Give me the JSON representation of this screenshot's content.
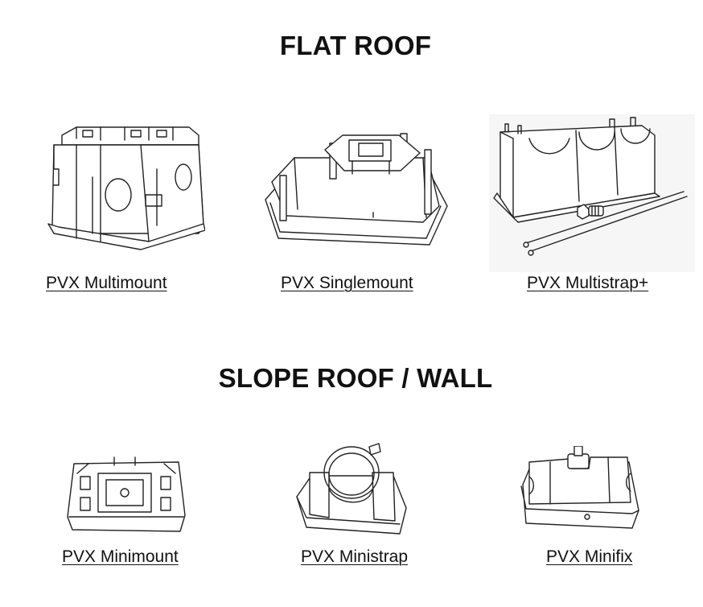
{
  "sections": {
    "flat_roof": {
      "title": "FLAT ROOF"
    },
    "slope_roof": {
      "title": "SLOPE ROOF / WALL"
    }
  },
  "products": {
    "multimount": {
      "label": "PVX Multimount",
      "icon": "pvx-multimount-image"
    },
    "singlemount": {
      "label": "PVX Singlemount",
      "icon": "pvx-singlemount-image"
    },
    "multistrap": {
      "label": "PVX Multistrap+",
      "icon": "pvx-multistrap-image"
    },
    "minimount": {
      "label": "PVX Minimount",
      "icon": "pvx-minimount-image"
    },
    "ministrap": {
      "label": "PVX Ministrap",
      "icon": "pvx-ministrap-image"
    },
    "minifix": {
      "label": "PVX Minifix",
      "icon": "pvx-minifix-image"
    }
  }
}
